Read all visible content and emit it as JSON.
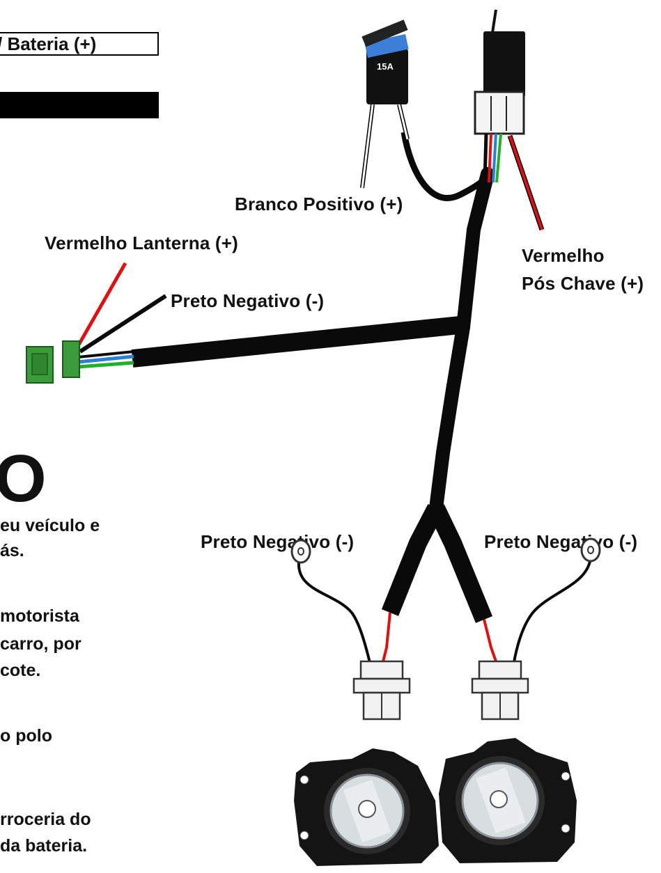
{
  "labels": {
    "battery": "/ Bateria (+)",
    "branco_positivo": "Branco Positivo (+)",
    "vermelho_lanterna": "Vermelho Lanterna (+)",
    "preto_negativo_top": "Preto Negativo (-)",
    "vermelho_line1": "Vermelho",
    "vermelho_line2": "Pós Chave (+)",
    "preto_negativo_left": "Preto Negativo (-)",
    "preto_negativo_right": "Preto Negativo (-)"
  },
  "relay": {
    "fuse_label": "15A"
  },
  "instructions": {
    "heading_letter": "O",
    "lines": [
      "eu veículo e",
      "ás.",
      "motorista",
      "carro, por",
      "cote.",
      "o polo",
      "rroceria do",
      "da bateria."
    ]
  },
  "colors": {
    "wire_black": "#0a0a0a",
    "wire_red": "#e01010",
    "wire_blue": "#2a7fd6",
    "wire_green": "#22b02a",
    "connector_green": "#3a9b3a",
    "fuse_blue": "#3c7fd8"
  }
}
